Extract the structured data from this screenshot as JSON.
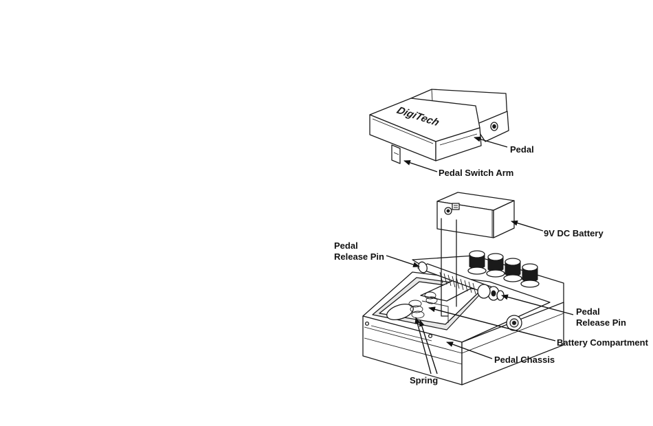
{
  "diagram": {
    "brand_logo": "DigiTech",
    "labels": {
      "pedal": "Pedal",
      "pedal_switch_arm": "Pedal Switch Arm",
      "battery": "9V DC Battery",
      "release_pin_left_line1": "Pedal",
      "release_pin_left_line2": "Release Pin",
      "release_pin_right_line1": "Pedal",
      "release_pin_right_line2": "Release Pin",
      "battery_compartment": "Battery Compartment",
      "pedal_chassis": "Pedal Chassis",
      "spring": "Spring"
    }
  }
}
